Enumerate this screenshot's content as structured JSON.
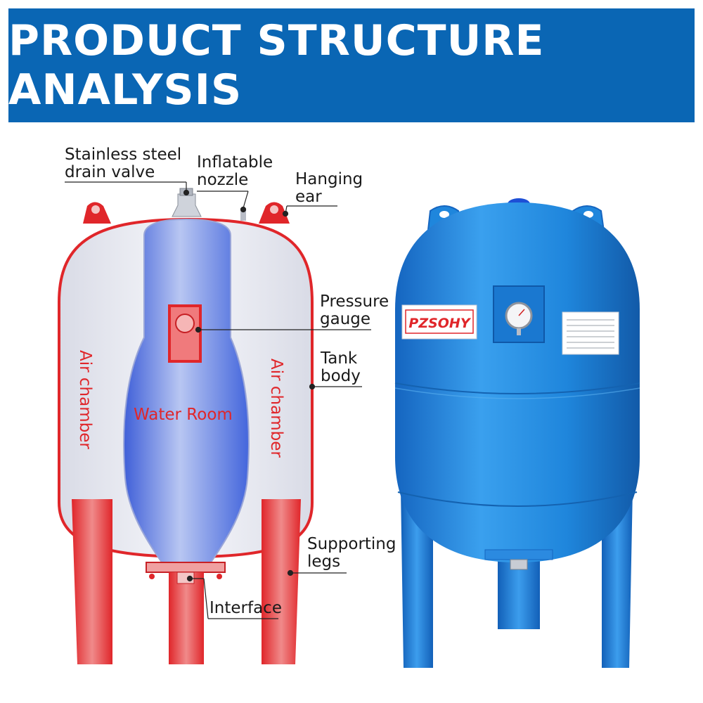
{
  "title": "PRODUCT STRUCTURE ANALYSIS",
  "labels": {
    "drain_valve": "Stainless steel\ndrain valve",
    "inflatable_nozzle": "Inflatable\nnozzle",
    "hanging_ear": "Hanging\near",
    "pressure_gauge": "Pressure\ngauge",
    "tank_body": "Tank\nbody",
    "supporting_legs": "Supporting\nlegs",
    "interface": "Interface"
  },
  "diagram": {
    "air_chamber_left": "Air chamber",
    "air_chamber_right": "Air chamber",
    "water_room": "Water Room"
  },
  "product": {
    "brand": "PZSOHY"
  },
  "colors": {
    "banner": "#0a66b4",
    "diagram_red": "#e0262a",
    "tank_blue": "#1f8ee0",
    "water_blue": "#4a74e6"
  }
}
